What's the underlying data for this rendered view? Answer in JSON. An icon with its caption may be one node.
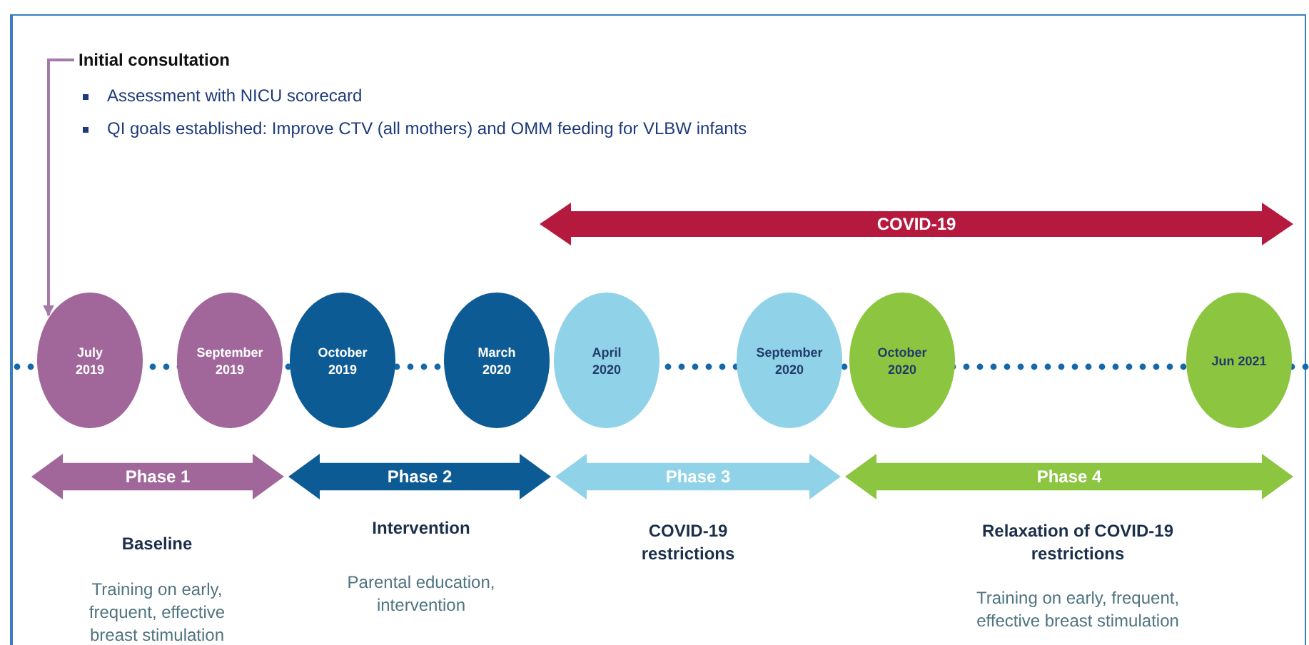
{
  "diagram": {
    "nodes": [
      {
        "text": [
          "Initial consultation",
          "Assessment with NICU scorecard",
          "QI goals established: Improve CTV (all mothers) and OMM feeding for VLBW infants"
        ]
      },
      {
        "text": [
          "COVID-19"
        ]
      },
      {
        "text": [
          "July 2019"
        ]
      },
      {
        "text": [
          "September 2019"
        ]
      },
      {
        "text": [
          "October 2019"
        ]
      },
      {
        "text": [
          "March 2020"
        ]
      },
      {
        "text": [
          "April 2020"
        ]
      },
      {
        "text": [
          "September 2020"
        ]
      },
      {
        "text": [
          "October 2020"
        ]
      },
      {
        "text": [
          "Jun 2021"
        ]
      },
      {
        "text": [
          "Phase 1"
        ],
        "beside": [
          "Baseline",
          "Training on early, frequent, effective breast stimulation"
        ]
      },
      {
        "text": [
          "Phase 2"
        ],
        "beside": [
          "Intervention",
          "Parental education, intervention"
        ]
      },
      {
        "text": [
          "Phase 3"
        ],
        "beside": [
          "COVID-19 restrictions"
        ]
      },
      {
        "text": [
          "Phase 4"
        ],
        "beside": [
          "Relaxation of COVID-19 restrictions",
          "Training on early, frequent, effective breast stimulation"
        ]
      }
    ],
    "edges": [
      {
        "from": 0,
        "to": 2,
        "arrow": "to"
      }
    ]
  }
}
